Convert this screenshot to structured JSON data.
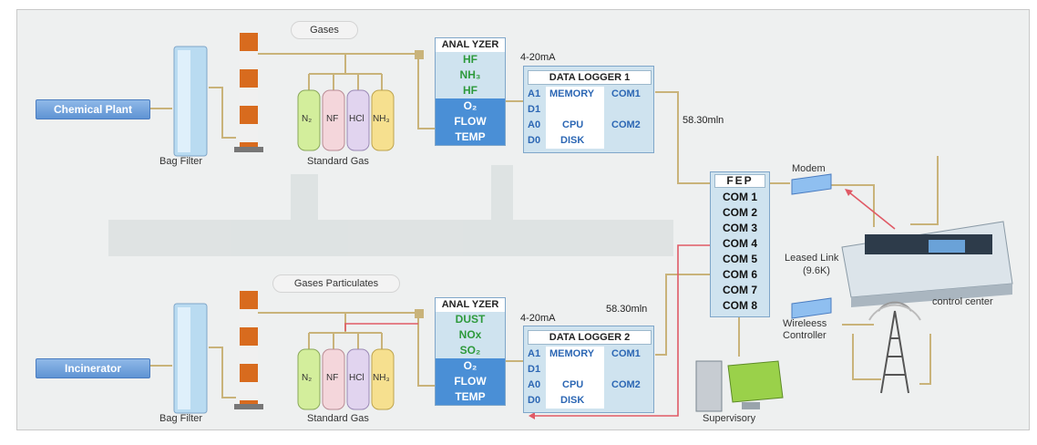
{
  "plants": [
    {
      "name": "Chemical Plant",
      "bag_filter": "Bag Filter",
      "standard_gas": "Standard Gas",
      "gas_label": "Gases",
      "cylinders": [
        "N₂",
        "NF",
        "HCl",
        "NH₃"
      ],
      "analyzer": {
        "title": "ANAL YZER",
        "gases": [
          "HF",
          "NH₃",
          "HF"
        ],
        "params": [
          "O₂",
          "FLOW",
          "TEMP"
        ]
      },
      "signal": "4-20mA",
      "logger": {
        "title": "DATA LOGGER 1",
        "a1": "A1",
        "d1": "D1",
        "a0": "A0",
        "d0": "D0",
        "memory": "MEMORY",
        "cpu": "CPU",
        "disk": "DISK",
        "com1": "COM1",
        "com2": "COM2"
      },
      "link": "58.30mln"
    },
    {
      "name": "Incinerator",
      "bag_filter": "Bag Filter",
      "standard_gas": "Standard Gas",
      "gas_label": "Gases Particulates",
      "cylinders": [
        "N₂",
        "NF",
        "HCl",
        "NH₃"
      ],
      "analyzer": {
        "title": "ANAL YZER",
        "gases": [
          "DUST",
          "NOx",
          "SO₂"
        ],
        "params": [
          "O₂",
          "FLOW",
          "TEMP"
        ]
      },
      "signal": "4-20mA",
      "logger": {
        "title": "DATA LOGGER 2",
        "a1": "A1",
        "d1": "D1",
        "a0": "A0",
        "d0": "D0",
        "memory": "MEMORY",
        "cpu": "CPU",
        "disk": "DISK",
        "com1": "COM1",
        "com2": "COM2"
      },
      "link": "58.30mln"
    }
  ],
  "fep": {
    "title": "FEP",
    "ports": [
      "COM 1",
      "COM 2",
      "COM 3",
      "COM 4",
      "COM 5",
      "COM 6",
      "COM 7",
      "COM 8"
    ]
  },
  "modem": "Modem",
  "leased_link": [
    "Leased Link",
    "(9.6K)"
  ],
  "wireless_controller": [
    "Wireleess",
    "Controller"
  ],
  "control_center": "control center",
  "supervisory": "Supervisory",
  "colors": {
    "pipe": "#c9b37a",
    "signal": "#e05a66",
    "plant_btn": "#6a9ed9",
    "panel": "#cfe3ef"
  }
}
